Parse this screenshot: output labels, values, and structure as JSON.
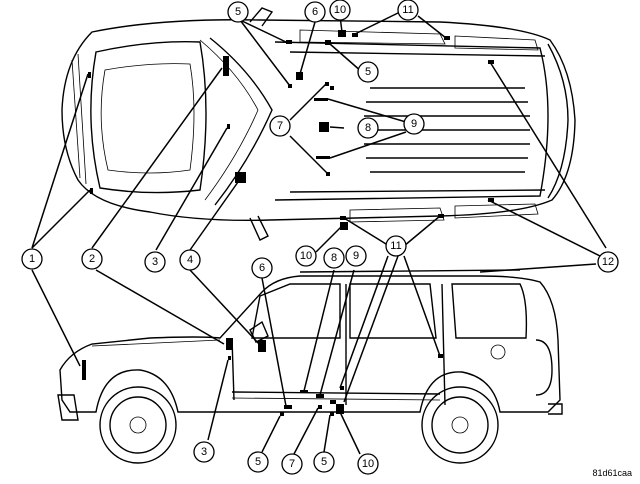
{
  "figure_code": "81d61caa",
  "callout_labels": {
    "one": "1",
    "two": "2",
    "three": "3",
    "four": "4",
    "five": "5",
    "six": "6",
    "seven": "7",
    "eight": "8",
    "nine": "9",
    "ten": "10",
    "eleven": "11",
    "twelve": "12"
  },
  "colors": {
    "line": "#000000",
    "background": "#ffffff"
  }
}
